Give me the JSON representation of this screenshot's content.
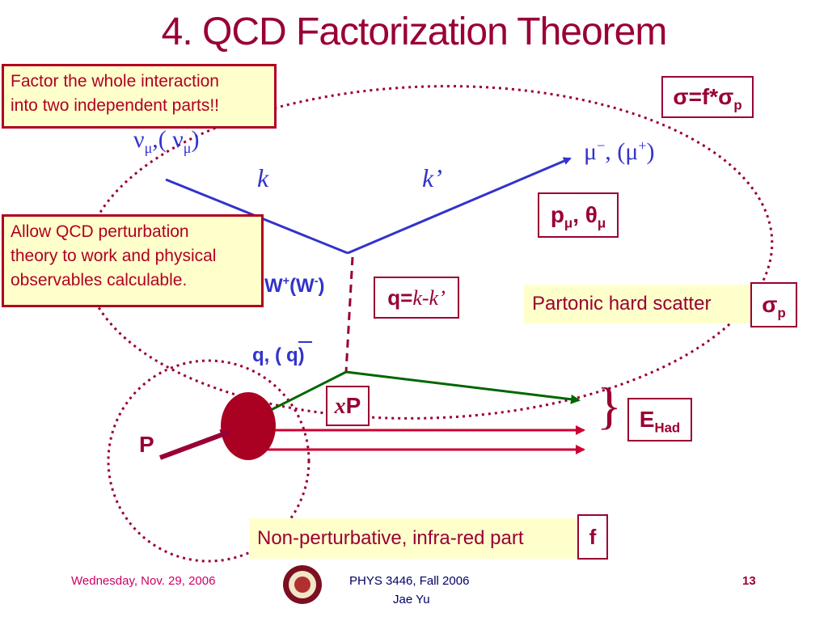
{
  "title": "4. QCD Factorization Theorem",
  "colors": {
    "accent": "#990033",
    "lepton": "#3333cc",
    "parton": "#006600",
    "beam": "#cc0033",
    "callout_bg": "#ffffcc"
  },
  "callouts": {
    "factor_line1": "Factor the whole interaction",
    "factor_line2": "into two independent parts!!",
    "qcd_line1": "Allow QCD perturbation",
    "qcd_line2": "theory to work and physical",
    "qcd_line3": "observables calculable."
  },
  "labels": {
    "sigma_formula_main": "σ=f*σ",
    "sigma_formula_sub": "p",
    "nu_in": "ν",
    "nu_sub": "μ",
    "nu_paren_open": ",(  ν",
    "nu_paren_close": ")",
    "mu_out": "μ",
    "mu_out_sup": "−",
    "mu_out_rest": ", (μ",
    "mu_out_sup2": "+",
    "mu_out_close": ")",
    "k": "k",
    "k_prime": "k’",
    "p_mu": "p",
    "p_mu_sub": "μ",
    "theta_mu": ", θ",
    "theta_mu_sub": "μ",
    "w_boson": "W",
    "w_sup": "+",
    "w_paren": "(W",
    "w_sup2": "-",
    "w_close": ")",
    "q_eq": "q=",
    "q_k": "k-k’",
    "partonic": "Partonic hard scatter",
    "sigma_p": "σ",
    "sigma_p_sub": "p",
    "quark": "q, (",
    "quark_bar": "q",
    "quark_close": ")",
    "xP_x": "x",
    "xP_P": "P",
    "proton": "P",
    "brace": "}",
    "e_had": "E",
    "e_had_sub": "Had",
    "nonpert": "Non-perturbative, infra-red part",
    "f": "f"
  },
  "footer": {
    "date": "Wednesday, Nov. 29, 2006",
    "course": "PHYS 3446, Fall 2006",
    "author": "Jae Yu",
    "page": "13"
  }
}
